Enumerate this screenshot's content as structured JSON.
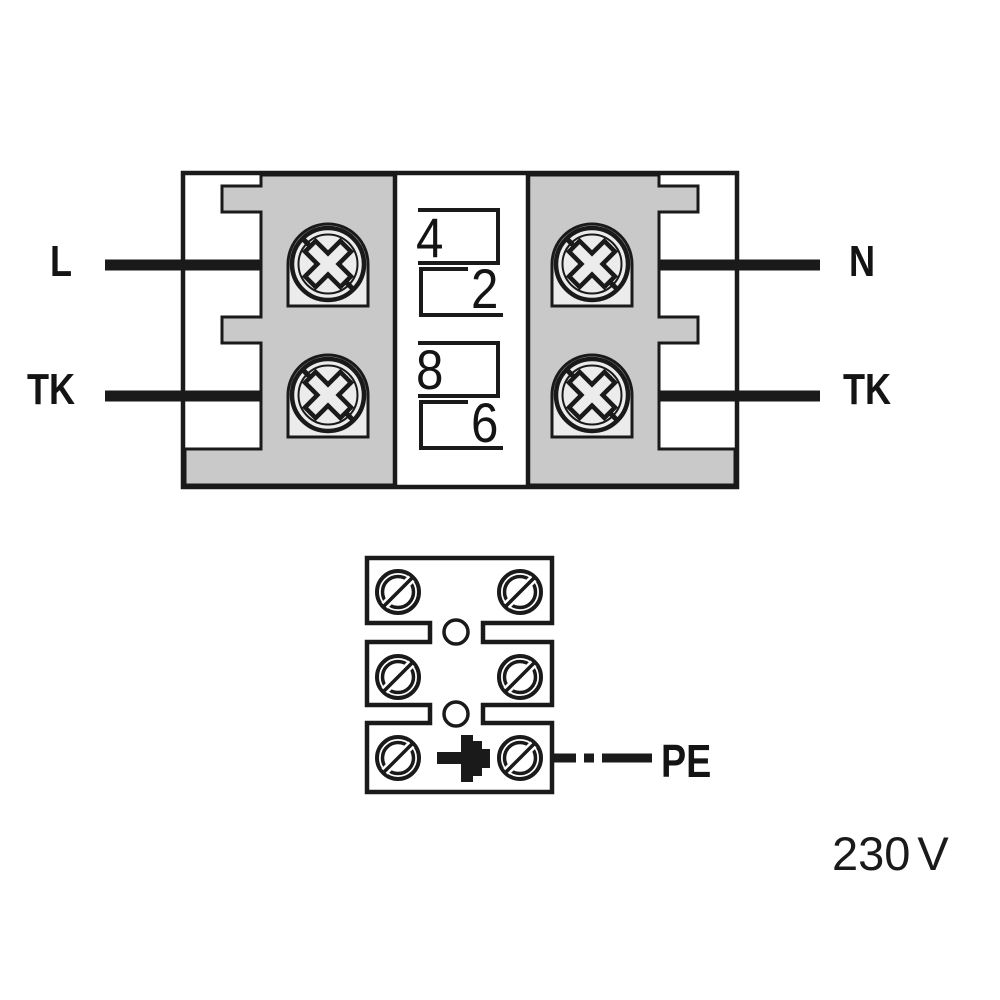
{
  "top_block": {
    "left_terminals": [
      {
        "label": "L"
      },
      {
        "label": "TK"
      }
    ],
    "right_terminals": [
      {
        "label": "N"
      },
      {
        "label": "TK"
      }
    ],
    "terminal_numbers": [
      "4",
      "2",
      "8",
      "6"
    ]
  },
  "bottom_block": {
    "earth_label": "PE"
  },
  "voltage": {
    "value": "230",
    "unit": "V"
  },
  "colors": {
    "line": "#1a1a1a",
    "block_fill": "#c9c9c9",
    "screw_pocket_fill": "#ececec",
    "background": "#ffffff"
  },
  "icons": {
    "top_screws": "phillips-cross-screw",
    "bottom_screws": "slotted-screw",
    "earth": "earth-ground-symbol"
  }
}
